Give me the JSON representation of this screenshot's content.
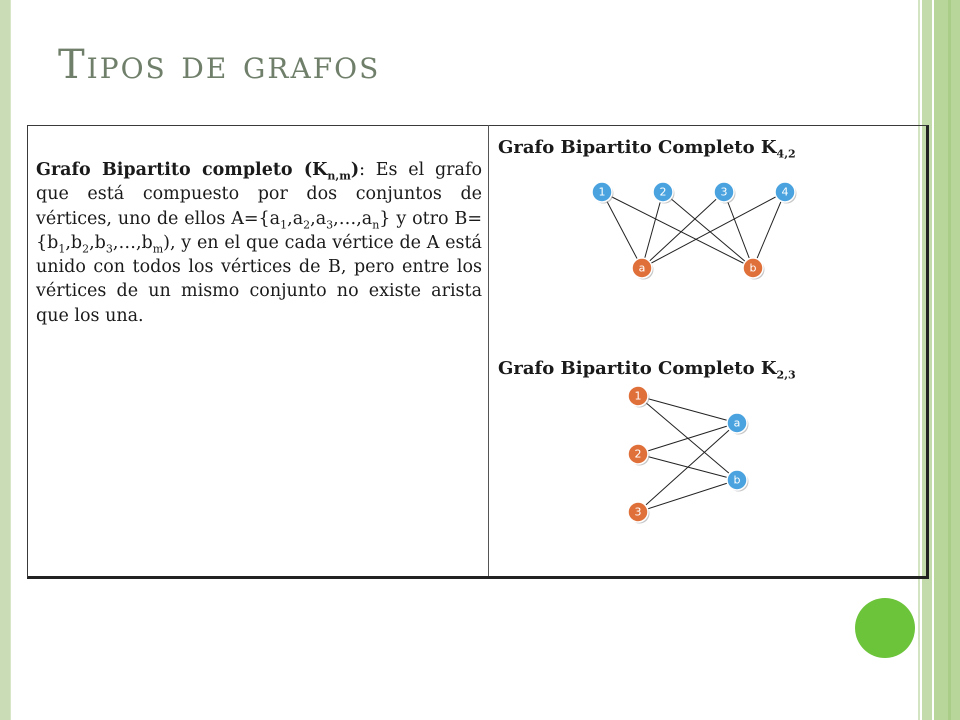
{
  "slide": {
    "title": "Tipos de grafos",
    "description": {
      "term_prefix": "Grafo Bipartito completo (K",
      "term_sub": "n,m",
      "term_suffix": ")",
      "p1": ": Es el grafo que está compuesto por dos conjuntos de vértices, uno de ellos A={a",
      "a_subs": [
        "1",
        "2",
        "3",
        "n"
      ],
      "p2": "} y otro B={b",
      "b_subs": [
        "1",
        "2",
        "3",
        "m"
      ],
      "p3": "), y en el que cada vértice de A está unido con todos los vértices de B, pero entre los vértices de un mismo conjunto no existe arista que los una."
    },
    "graph1": {
      "heading": "Grafo Bipartito Completo K",
      "heading_sub": "4,2",
      "top_nodes": [
        "1",
        "2",
        "3",
        "4"
      ],
      "bottom_nodes": [
        "a",
        "b"
      ],
      "top_color": "#4aa3df",
      "bottom_color": "#e0703a"
    },
    "graph2": {
      "heading": "Grafo Bipartito Completo K",
      "heading_sub": "2,3",
      "left_nodes": [
        "1",
        "2",
        "3"
      ],
      "right_nodes": [
        "a",
        "b"
      ],
      "left_color": "#e0703a",
      "right_color": "#4aa3df"
    },
    "accent_color": "#6cc43a"
  }
}
